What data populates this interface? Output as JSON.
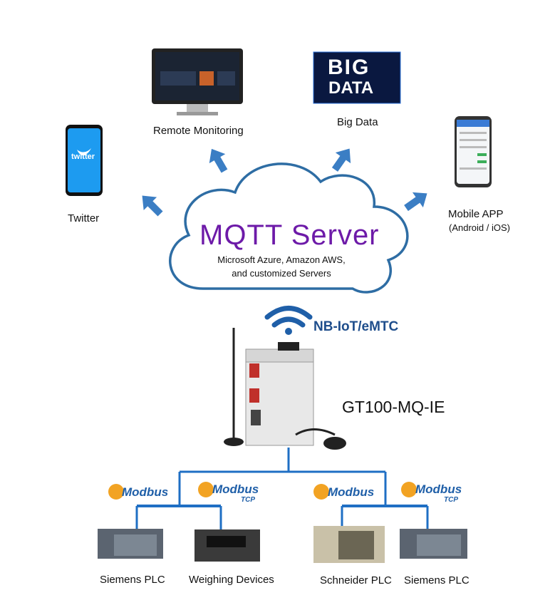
{
  "cloud": {
    "title": "MQTT Server",
    "subtitle_line1": "Microsoft Azure, Amazon AWS,",
    "subtitle_line2": "and customized Servers"
  },
  "endpoints": {
    "twitter": "Twitter",
    "remote_monitoring": "Remote Monitoring",
    "big_data": "Big Data",
    "mobile_app": "Mobile APP",
    "mobile_app_sub": "(Android / iOS)"
  },
  "big_data_logo": {
    "line1": "BIG",
    "line2": "DATA"
  },
  "twitter_logo": "twitter",
  "wireless": "NB-IoT/eMTC",
  "gateway": "GT100-MQ-IE",
  "protocols": {
    "modbus": "Modbus",
    "modbus_tcp": "Modbus",
    "tcp": "TCP"
  },
  "devices": {
    "d1": "Siemens PLC",
    "d2": "Weighing Devices",
    "d3": "Schneider PLC",
    "d4": "Siemens PLC"
  },
  "colors": {
    "arrow": "#3b7ec4",
    "cloud": "#2e6da4",
    "bus": "#1f6fc4",
    "purple": "#6d1aa8"
  }
}
